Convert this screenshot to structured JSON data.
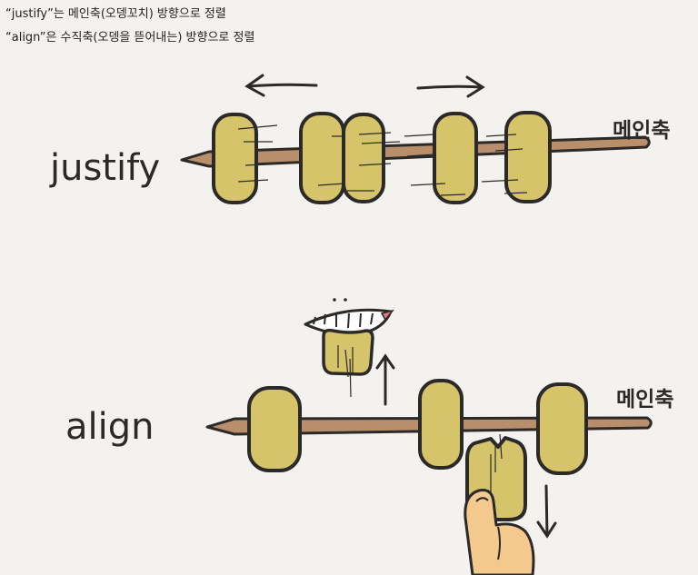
{
  "captions": [
    "“justify”는 메인축(오뎅꼬치) 방향으로 정렬",
    "“align”은 수직축(오뎅을 뜯어내는) 방향으로 정렬"
  ],
  "justify": {
    "label": "justify",
    "axis_label": "메인축"
  },
  "align": {
    "label": "align",
    "axis_label": "메인축"
  },
  "colors": {
    "background": "#f4f2ee",
    "odeng": "#d6c46a",
    "skewer": "#b98e6a",
    "outline": "#2b2a28",
    "finger": "#f3c98e"
  }
}
